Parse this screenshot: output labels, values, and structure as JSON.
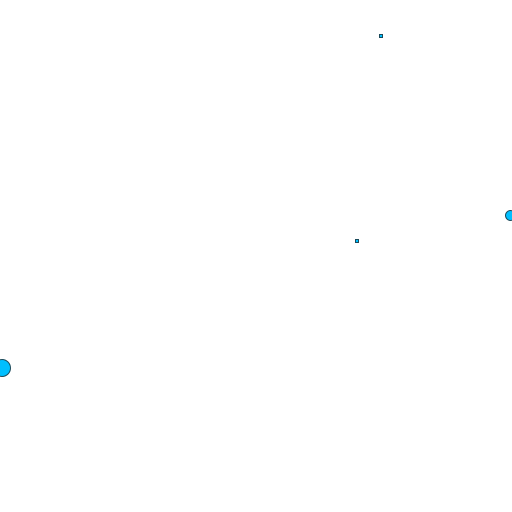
{
  "scene": {
    "background_color": "#ffffff",
    "entity_color": "#00bfff",
    "outline_color": "#1b4a5a",
    "entities": [
      {
        "kind": "small-marker",
        "icon": "square-marker"
      },
      {
        "kind": "large-disc",
        "icon": "circle-disc"
      },
      {
        "kind": "small-marker",
        "icon": "square-marker"
      },
      {
        "kind": "large-disc",
        "icon": "circle-disc"
      }
    ]
  }
}
